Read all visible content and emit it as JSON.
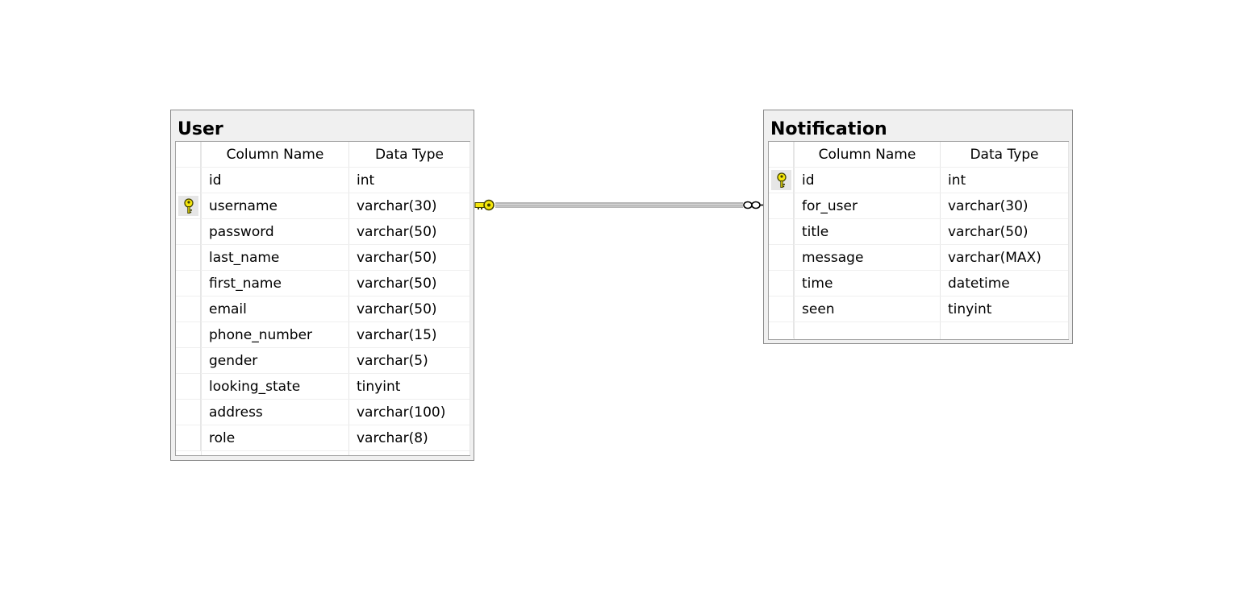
{
  "diagram": {
    "tables": [
      {
        "title": "User",
        "header": {
          "column_name": "Column Name",
          "data_type": "Data Type"
        },
        "rows": [
          {
            "name": "id",
            "type": "int",
            "key": false
          },
          {
            "name": "username",
            "type": "varchar(30)",
            "key": true
          },
          {
            "name": "password",
            "type": "varchar(50)",
            "key": false
          },
          {
            "name": "last_name",
            "type": "varchar(50)",
            "key": false
          },
          {
            "name": "first_name",
            "type": "varchar(50)",
            "key": false
          },
          {
            "name": "email",
            "type": "varchar(50)",
            "key": false
          },
          {
            "name": "phone_number",
            "type": "varchar(15)",
            "key": false
          },
          {
            "name": "gender",
            "type": "varchar(5)",
            "key": false
          },
          {
            "name": "looking_state",
            "type": "tinyint",
            "key": false
          },
          {
            "name": "address",
            "type": "varchar(100)",
            "key": false
          },
          {
            "name": "role",
            "type": "varchar(8)",
            "key": false
          }
        ]
      },
      {
        "title": "Notification",
        "header": {
          "column_name": "Column Name",
          "data_type": "Data Type"
        },
        "rows": [
          {
            "name": "id",
            "type": "int",
            "key": true
          },
          {
            "name": "for_user",
            "type": "varchar(30)",
            "key": false
          },
          {
            "name": "title",
            "type": "varchar(50)",
            "key": false
          },
          {
            "name": "message",
            "type": "varchar(MAX)",
            "key": false
          },
          {
            "name": "time",
            "type": "datetime",
            "key": false
          },
          {
            "name": "seen",
            "type": "tinyint",
            "key": false
          }
        ]
      }
    ],
    "relationship": {
      "from_end": "key-icon",
      "to_end": "infinity-icon"
    },
    "colors": {
      "key_fill": "#f5e60a",
      "key_stroke": "#404000",
      "line": "#555555"
    }
  }
}
